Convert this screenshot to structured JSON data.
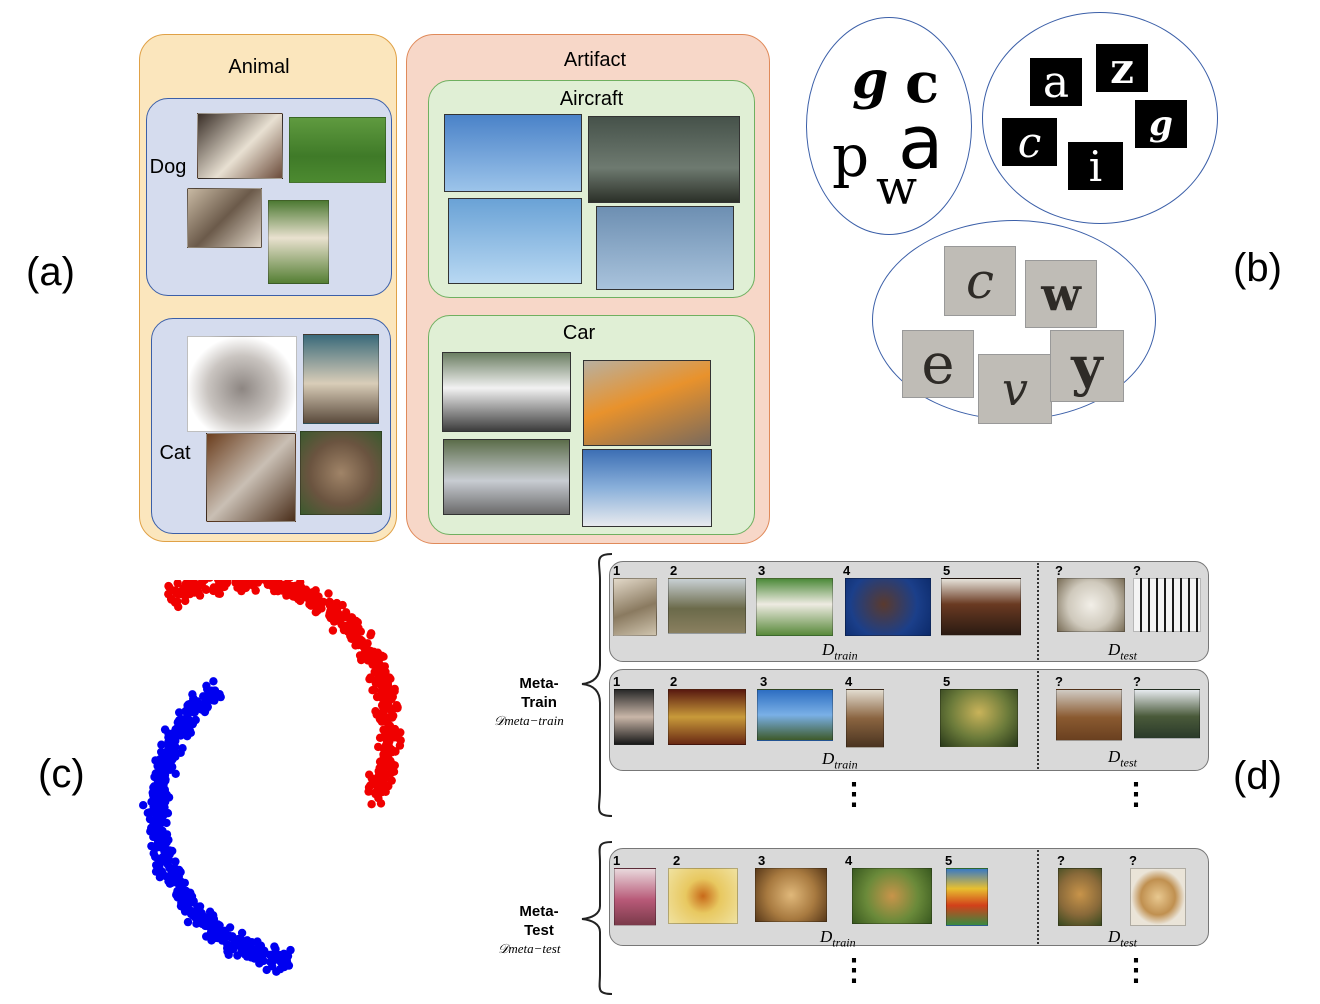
{
  "panels": {
    "a": "(a)",
    "b": "(b)",
    "c": "(c)",
    "d": "(d)"
  },
  "panel_a": {
    "animal": {
      "title": "Animal",
      "dog": "Dog",
      "cat": "Cat"
    },
    "artifact": {
      "title": "Artifact",
      "aircraft": "Aircraft",
      "car": "Car"
    }
  },
  "panel_b": {
    "circle1": [
      "g",
      "c",
      "p",
      "a",
      "w"
    ],
    "circle2": [
      "a",
      "z",
      "c",
      "g",
      "i"
    ],
    "circle3": [
      "c",
      "w",
      "e",
      "v",
      "y"
    ]
  },
  "panel_d": {
    "meta_train": {
      "label": "Meta-\nTrain",
      "symbol": "𝒟meta−train"
    },
    "meta_test": {
      "label": "Meta-\nTest",
      "symbol": "𝒟meta−test"
    },
    "numbers": [
      "1",
      "2",
      "3",
      "4",
      "5"
    ],
    "query": "?",
    "d_train": {
      "base": "D",
      "sub": "train"
    },
    "d_test": {
      "base": "D",
      "sub": "test"
    },
    "dots": "⋮"
  }
}
